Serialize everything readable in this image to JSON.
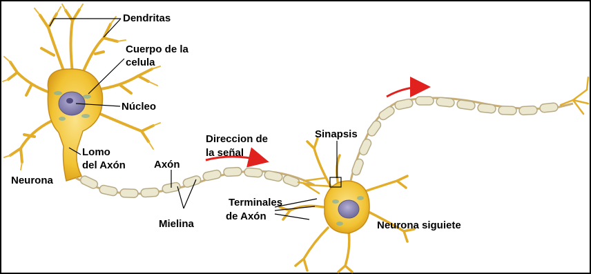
{
  "labels": {
    "dendritas": "Dendritas",
    "cuerpo_line1": "Cuerpo de la",
    "cuerpo_line2": "celula",
    "nucleo": "Núcleo",
    "lomo_line1": "Lomo",
    "lomo_line2": "del Axón",
    "neurona": "Neurona",
    "axon": "Axón",
    "direccion_line1": "Direccion de",
    "direccion_line2": "la señal",
    "sinapsis": "Sinapsis",
    "terminales_line1": "Terminales",
    "terminales_line2": "de Axón",
    "mielina": "Mielina",
    "neurona_siguiete": "Neurona siguiete"
  },
  "colors": {
    "cell_body": "#f1c232",
    "cell_body_dark": "#d99a1a",
    "dendrite": "#e8b52a",
    "nucleus": "#8a86b0",
    "myelin_fill": "#ece7cf",
    "myelin_stroke": "#b7ab86",
    "arrow": "#e0211e",
    "frame": "#000000"
  }
}
